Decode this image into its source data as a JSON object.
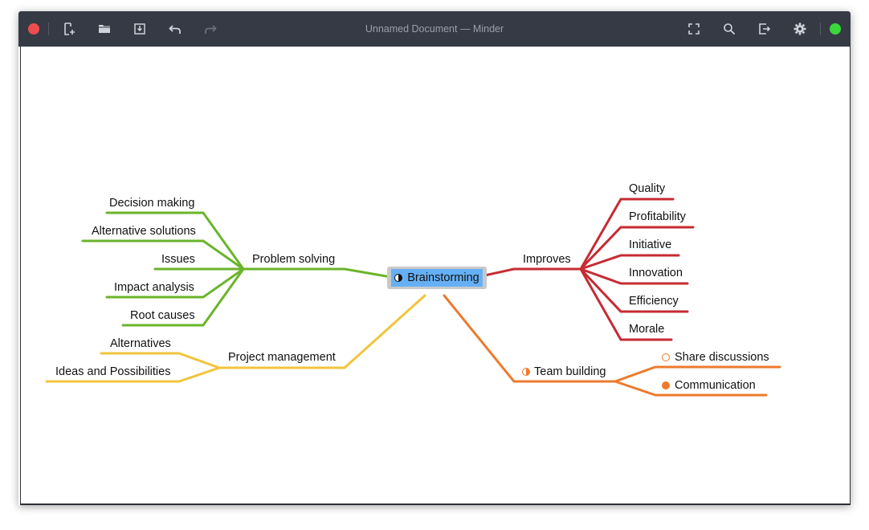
{
  "window": {
    "title": "Unnamed Document — Minder"
  },
  "toolbar": {
    "left": [
      {
        "name": "new-document-icon"
      },
      {
        "name": "open-folder-icon"
      },
      {
        "name": "save-icon"
      },
      {
        "name": "undo-icon"
      },
      {
        "name": "redo-icon"
      }
    ],
    "right": [
      {
        "name": "fullscreen-icon"
      },
      {
        "name": "search-icon"
      },
      {
        "name": "export-icon"
      },
      {
        "name": "gear-icon"
      }
    ]
  },
  "colors": {
    "titlebar": "#353a45",
    "close": "#ee4d4d",
    "status": "#3ad83a",
    "green": "#6ab42a",
    "red": "#c62b33",
    "yellow": "#f2c43d",
    "orange": "#ee7a2c",
    "root_fill": "#65b0f5"
  },
  "mindmap": {
    "root": {
      "label": "Brainstorming",
      "icon": "half-moon-icon"
    },
    "problem_solving": {
      "label": "Problem solving",
      "children": [
        "Decision making",
        "Alternative solutions",
        "Issues",
        "Impact analysis",
        "Root causes"
      ]
    },
    "improves": {
      "label": "Improves",
      "children": [
        "Quality",
        "Profitability",
        "Initiative",
        "Innovation",
        "Efficiency",
        "Morale"
      ]
    },
    "project_management": {
      "label": "Project management",
      "children": [
        "Alternatives",
        "Ideas and Possibilities"
      ]
    },
    "team_building": {
      "label": "Team building",
      "icon": "half-circle-icon",
      "children": [
        "Share discussions",
        "Communication"
      ],
      "child_icons": [
        "empty-circle-icon",
        "filled-circle-icon"
      ]
    }
  }
}
